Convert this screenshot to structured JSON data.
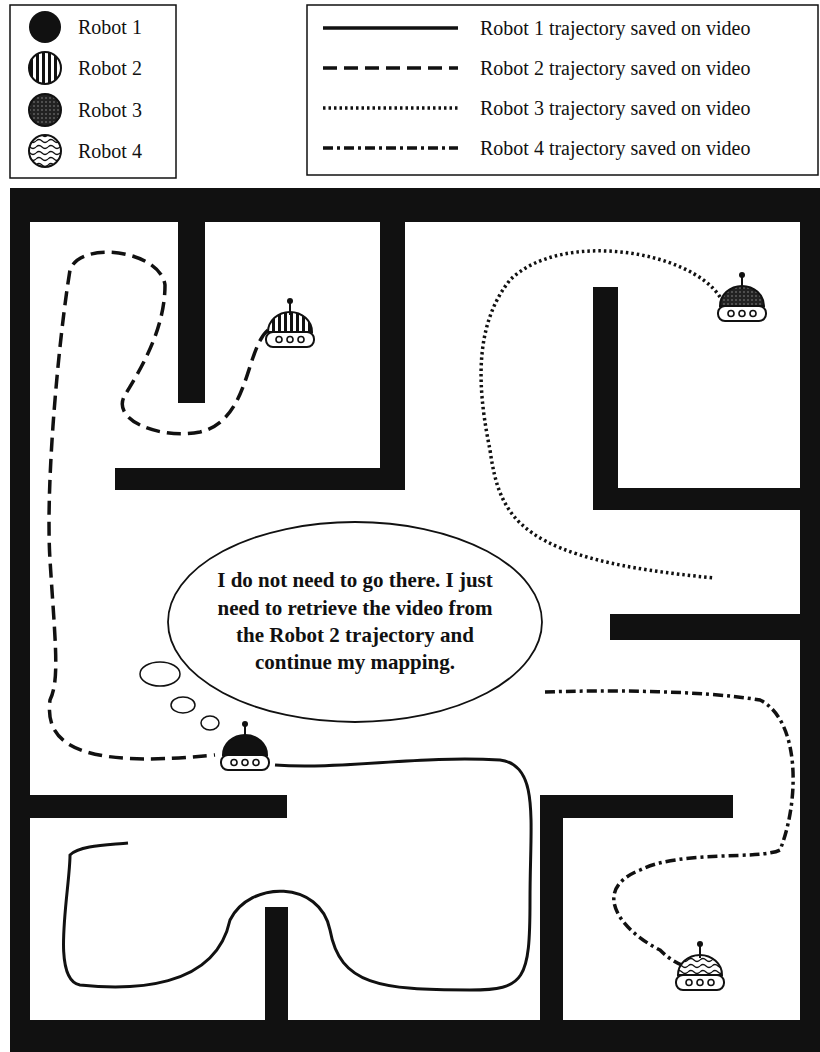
{
  "diagram": {
    "nodes": [
      {
        "text": [
          "I do not need to go there. I just need to retrieve the video from the Robot 2 trajectory and continue my mapping."
        ]
      }
    ],
    "legend": [
      {
        "text": "Robot 1"
      },
      {
        "text": "Robot 2"
      },
      {
        "text": "Robot 3"
      },
      {
        "text": "Robot 4"
      },
      {
        "text": "Robot 1 trajectory saved on video"
      },
      {
        "text": "Robot 2 trajectory saved on video"
      },
      {
        "text": "Robot 3 trajectory saved on video"
      },
      {
        "text": "Robot 4 trajectory saved on video"
      }
    ]
  }
}
